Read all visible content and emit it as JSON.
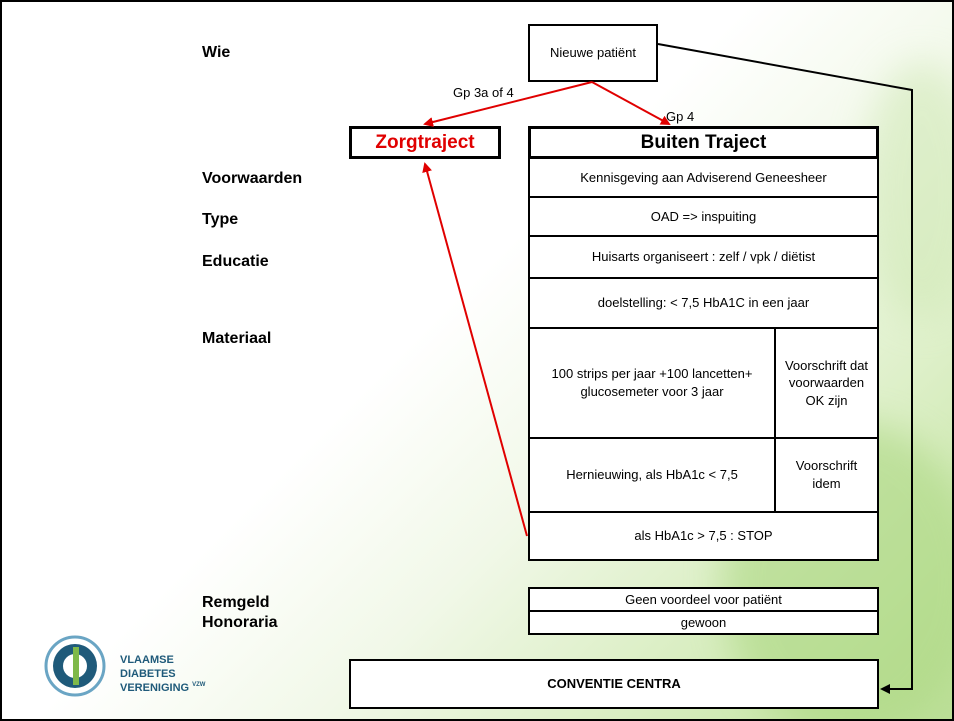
{
  "labels": {
    "wie": "Wie",
    "voorwaarden": "Voorwaarden",
    "type": "Type",
    "educatie": "Educatie",
    "materiaal": "Materiaal",
    "remgeld": "Remgeld",
    "honoraria": "Honoraria"
  },
  "nodes": {
    "nieuwe_patient": "Nieuwe patiënt",
    "zorgtraject": "Zorgtraject",
    "buiten_traject": "Buiten Traject",
    "kennisgeving": "Kennisgeving aan Adviserend Geneesheer",
    "oad": "OAD => inspuiting",
    "huisarts": "Huisarts organiseert : zelf / vpk / diëtist",
    "doelstelling": "doelstelling: < 7,5 HbA1C in een jaar",
    "strips": "100 strips per jaar +100 lancetten+ glucosemeter voor 3 jaar",
    "voorschrift_dat": "Voorschrift dat voorwaarden OK zijn",
    "hernieuwing": "Hernieuwing, als HbA1c < 7,5",
    "voorschrift_idem": "Voorschrift idem",
    "stop": "als HbA1c > 7,5 : STOP",
    "geen_voordeel": "Geen voordeel voor patiënt",
    "gewoon": "gewoon",
    "conventie": "CONVENTIE CENTRA"
  },
  "edges": {
    "gp3a": "Gp 3a of 4",
    "gp4": "Gp 4"
  },
  "logo": {
    "line1": "VLAAMSE",
    "line2": "DIABETES",
    "line3": "VERENIGING",
    "suffix": "VZW"
  },
  "colors": {
    "accent": "#e00000",
    "border": "#000000",
    "logo": "#1f5a7a"
  }
}
